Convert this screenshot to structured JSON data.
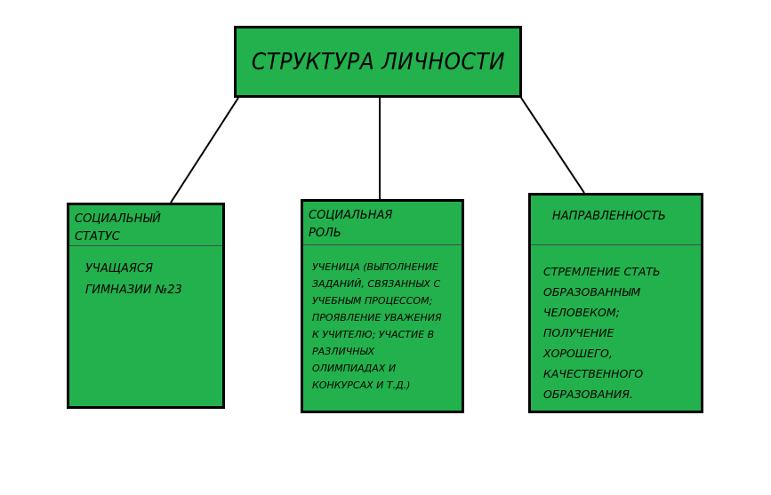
{
  "title": "СТРУКТУРА ЛИЧНОСТИ",
  "colors": {
    "box_fill": "#22b14c",
    "border": "#000000",
    "background": "#ffffff"
  },
  "boxes": [
    {
      "heading": "СОЦИАЛЬНЫЙ\nСТАТУС",
      "text": "УЧАЩАЯСЯ\nГИМНАЗИИ №23"
    },
    {
      "heading": "СОЦИАЛЬНАЯ\nРОЛЬ",
      "text": "УЧЕНИЦА (ВЫПОЛНЕНИЕ\nЗАДАНИЙ, СВЯЗАННЫХ С\nУЧЕБНЫМ ПРОЦЕССОМ;\nПРОЯВЛЕНИЕ УВАЖЕНИЯ\nК УЧИТЕЛЮ; УЧАСТИЕ В\nРАЗЛИЧНЫХ\nОЛИМПИАДАХ И\nКОНКУРСАХ И Т.Д.)"
    },
    {
      "heading": "НАПРАВЛЕННОСТЬ",
      "text": "СТРЕМЛЕНИЕ СТАТЬ\nОБРАЗОВАННЫМ\nЧЕЛОВЕКОМ;\nПОЛУЧЕНИЕ\nХОРОШЕГО,\nКАЧЕСТВЕННОГО\nОБРАЗОВАНИЯ."
    }
  ]
}
